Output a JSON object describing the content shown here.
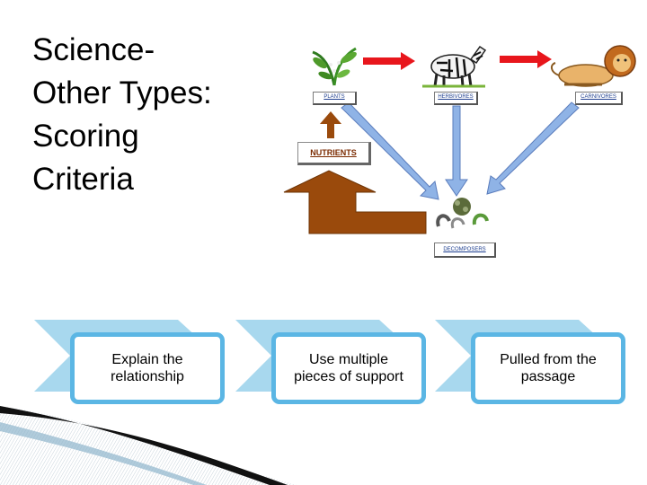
{
  "slide": {
    "title": "Science-\nOther Types:\nScoring\nCriteria"
  },
  "diagram": {
    "labels": {
      "plants": "PLANTS",
      "herbivores": "HERBIVORES",
      "carnivores": "CARNIVORES",
      "nutrients": "NUTRIENTS",
      "decomposers": "DECOMPOSERS"
    },
    "colors": {
      "red_arrow": "#e8161c",
      "blue_arrow": "#8fb3e6",
      "brown_arrow": "#9a4a0c"
    }
  },
  "criteria": [
    {
      "label": "Explain the\nrelationship"
    },
    {
      "label": "Use multiple\npieces of support"
    },
    {
      "label": "Pulled from the\npassage"
    }
  ],
  "colors": {
    "card_border": "#5bb6e4",
    "chevron": "#a8d8ee"
  }
}
